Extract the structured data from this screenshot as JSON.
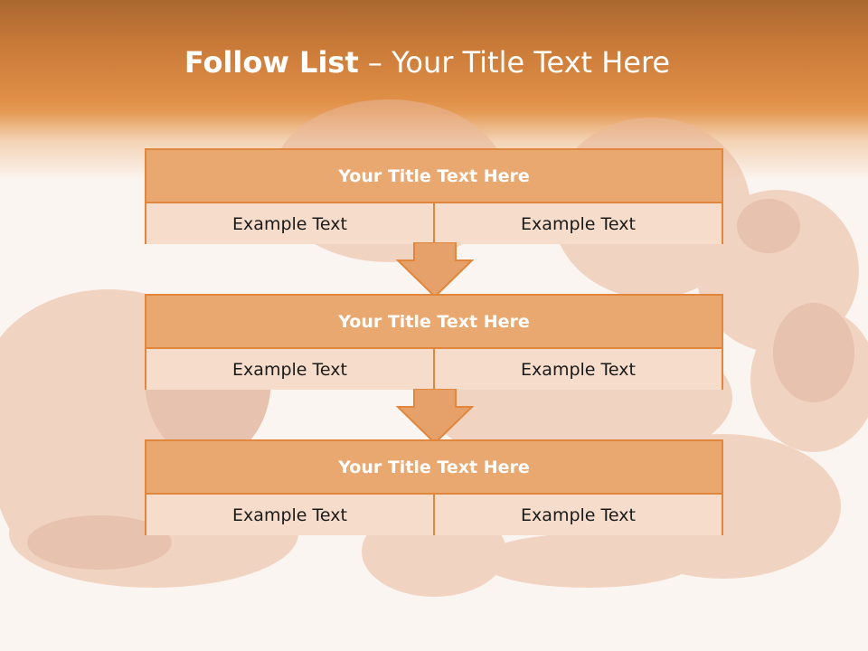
{
  "title": {
    "bold": "Follow List",
    "rest": " – Your Title Text Here"
  },
  "blocks": [
    {
      "heading": "Your Title Text Here",
      "left": "Example Text",
      "right": "Example Text"
    },
    {
      "heading": "Your Title Text Here",
      "left": "Example Text",
      "right": "Example Text"
    },
    {
      "heading": "Your Title Text Here",
      "left": "Example Text",
      "right": "Example Text"
    }
  ],
  "colors": {
    "accent": "#e0873d",
    "header": "#e8a870",
    "cell": "#f5dccb",
    "top_band": "#a9672f"
  }
}
